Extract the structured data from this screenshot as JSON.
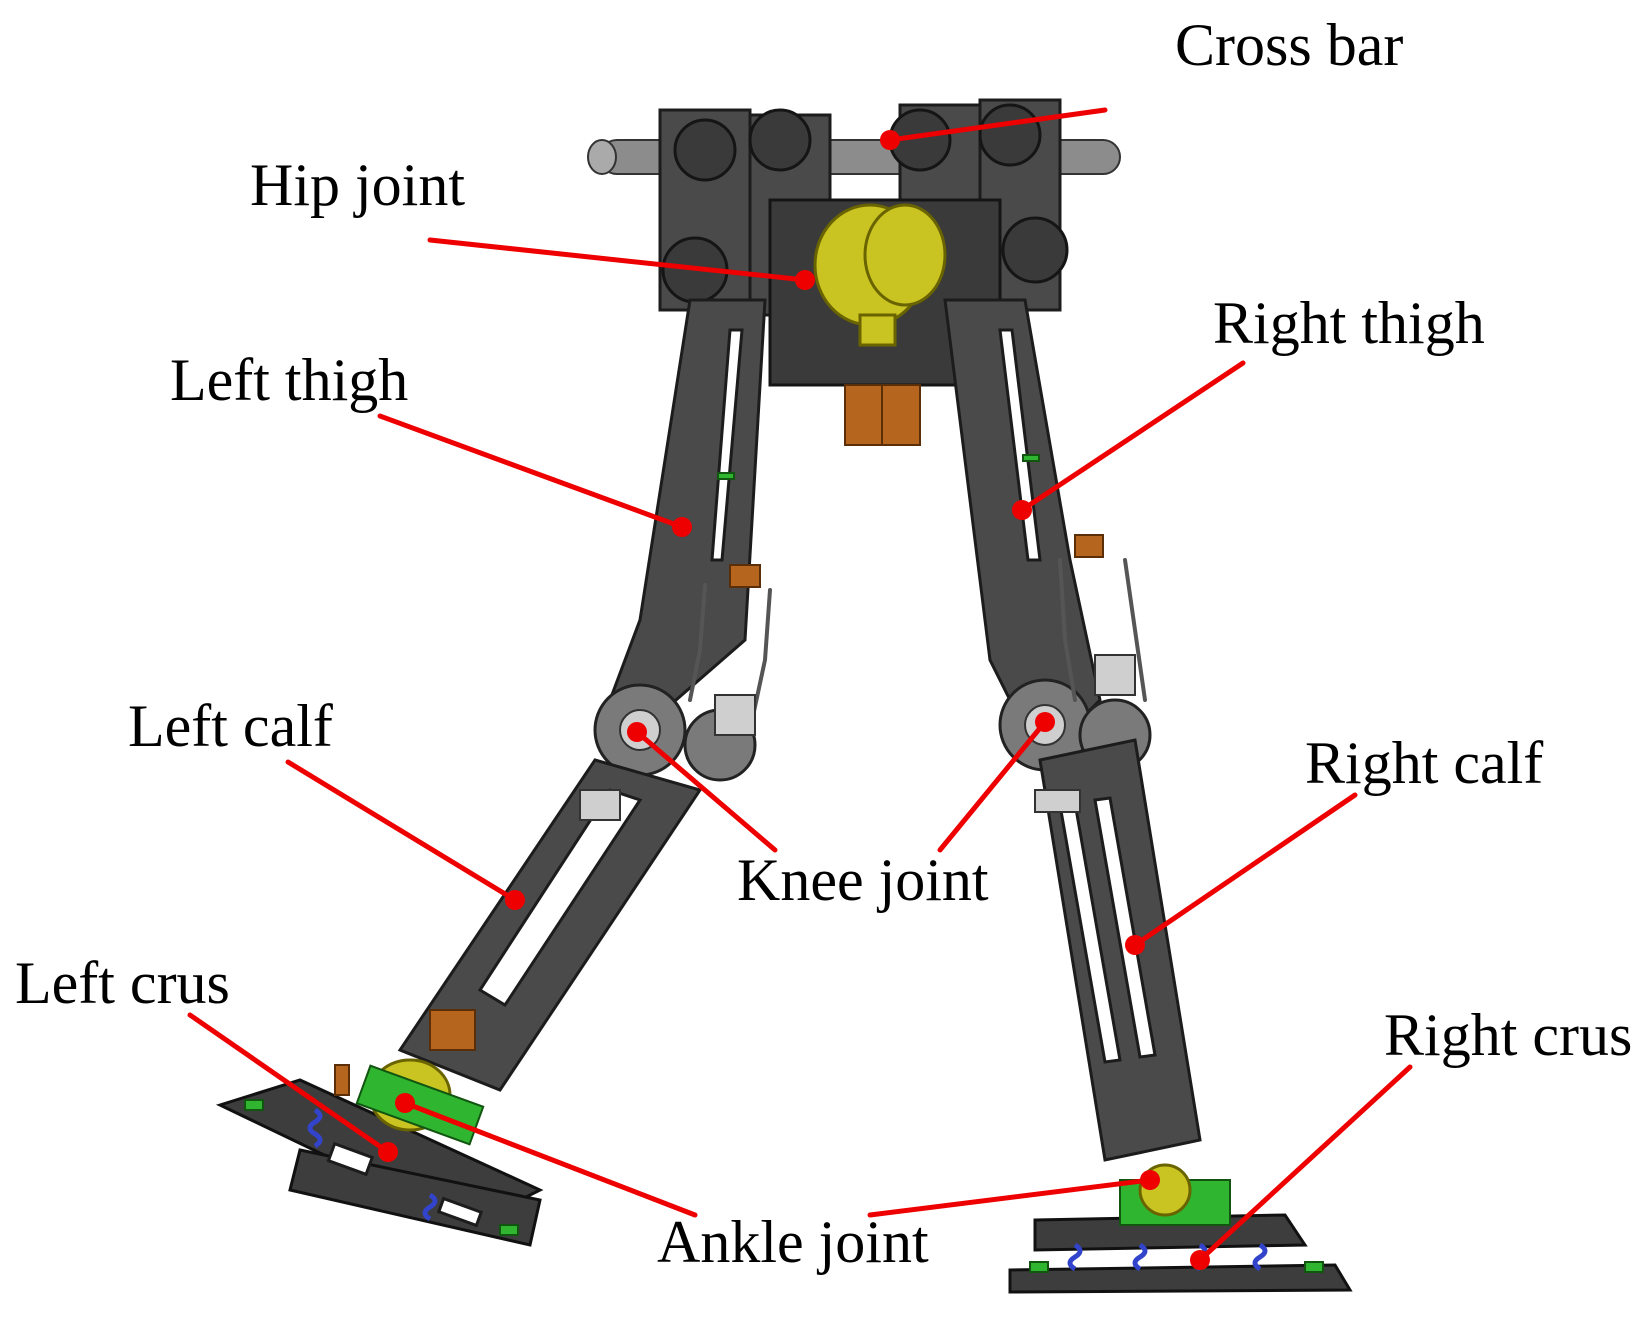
{
  "labels": {
    "cross_bar": "Cross bar",
    "hip_joint": "Hip joint",
    "left_thigh": "Left thigh",
    "right_thigh": "Right thigh",
    "left_calf": "Left calf",
    "right_calf": "Right calf",
    "knee_joint": "Knee joint",
    "left_crus": "Left crus",
    "right_crus": "Right crus",
    "ankle_joint": "Ankle joint"
  },
  "colors": {
    "leader": "#ee0000",
    "frame": "#4a4a4a",
    "gear": "#c9c421",
    "accent_green": "#2fb52f",
    "spring": "#3344cc",
    "motor": "#b5651d"
  }
}
